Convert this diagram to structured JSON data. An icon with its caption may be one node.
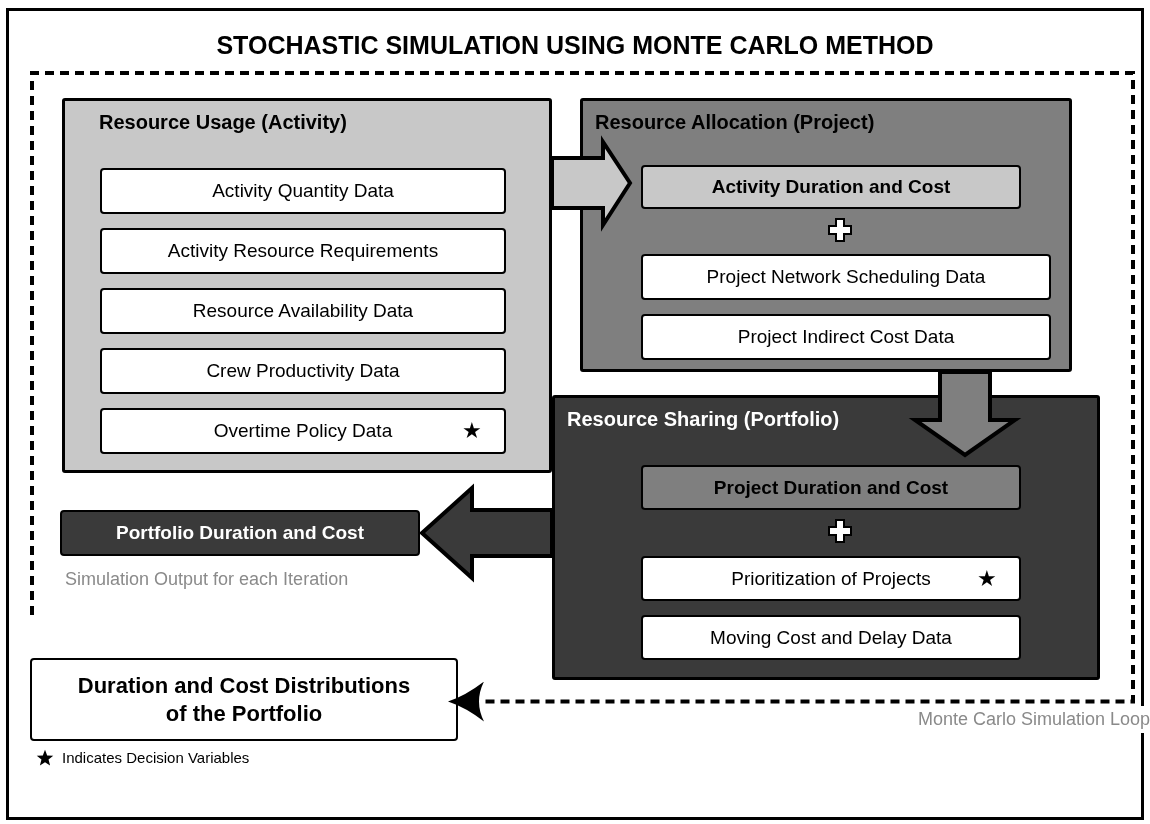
{
  "diagram": {
    "title": "STOCHASTIC SIMULATION USING MONTE CARLO METHOD",
    "nodes": [
      {
        "text": [
          "Resource Usage (Activity)"
        ]
      },
      {
        "text": [
          "Activity Quantity Data"
        ],
        "in": 0
      },
      {
        "text": [
          "Activity Resource Requirements"
        ],
        "in": 0
      },
      {
        "text": [
          "Resource Availability Data"
        ],
        "in": 0
      },
      {
        "text": [
          "Crew Productivity Data"
        ],
        "in": 0
      },
      {
        "text": [
          "Overtime Policy Data",
          "★"
        ],
        "in": 0
      },
      {
        "text": [
          "Resource Allocation (Project)"
        ]
      },
      {
        "text": [
          "Activity Duration and Cost"
        ],
        "in": 6
      },
      {
        "text": [
          "Project Network Scheduling Data"
        ],
        "in": 6
      },
      {
        "text": [
          "Project Indirect Cost Data"
        ],
        "in": 6
      },
      {
        "text": [
          "Resource Sharing (Portfolio)"
        ]
      },
      {
        "text": [
          "Project Duration and Cost"
        ],
        "in": 10
      },
      {
        "text": [
          "Prioritization of Projects",
          "★"
        ],
        "in": 10
      },
      {
        "text": [
          "Moving Cost and Delay Data"
        ],
        "in": 10
      },
      {
        "text": [
          "Portfolio Duration and Cost"
        ],
        "beside": [
          "Simulation Output for each Iteration"
        ]
      },
      {
        "text": [
          "Duration and Cost Distributions of the Portfolio"
        ]
      }
    ],
    "edges": [
      {
        "from": 0,
        "to": 6,
        "arrow": "to",
        "style": "thick"
      },
      {
        "from": 6,
        "to": 10,
        "arrow": "to",
        "style": "thick"
      },
      {
        "from": 10,
        "to": 14,
        "arrow": "to",
        "style": "thick"
      },
      {
        "from": null,
        "to": 15,
        "arrow": "to",
        "style": "dashed",
        "label": "Monte Carlo Simulation Loop"
      }
    ],
    "legend": [
      {
        "text": "Indicates Decision Variables"
      }
    ]
  }
}
